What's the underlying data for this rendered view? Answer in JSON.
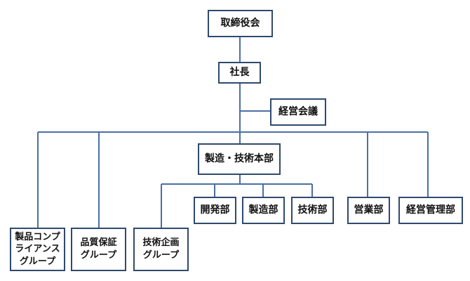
{
  "colors": {
    "line": "#4a6fa5",
    "box_border": "#2f4a6e",
    "text": "#111111"
  },
  "nodes": {
    "board": "取締役会",
    "president": "社長",
    "management_meeting": "経営会議",
    "manufacturing_tech_hq": "製造・技術本部",
    "development": "開発部",
    "manufacturing": "製造部",
    "technology": "技術部",
    "sales": "営業部",
    "management": "経営管理部",
    "compliance_group": "製品コンプ\nライアンス\nグループ",
    "quality_group": "品質保証\nグループ",
    "tech_planning_group": "技術企画\nグループ"
  }
}
